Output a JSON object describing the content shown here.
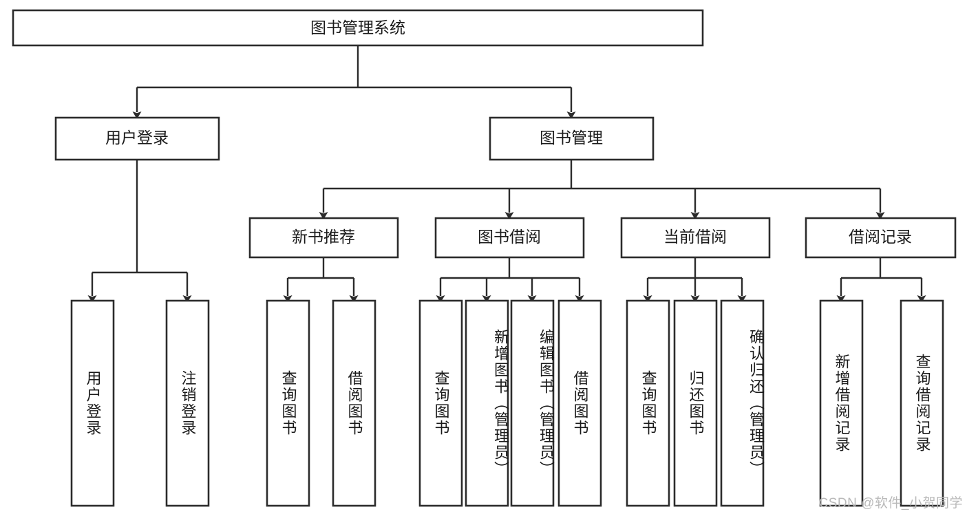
{
  "diagram": {
    "type": "tree-hierarchy",
    "title": "图书管理系统",
    "watermark": "CSDN @软件_小贺同学",
    "colors": {
      "stroke": "#2b2b2b",
      "fill": "#ffffff",
      "text": "#1a1a1a",
      "watermark": "#b9b9b9",
      "background": "#ffffff"
    },
    "levels": {
      "level1": {
        "label": "图书管理系统",
        "orientation": "horizontal"
      },
      "level2": [
        {
          "label": "用户登录",
          "orientation": "horizontal"
        },
        {
          "label": "图书管理",
          "orientation": "horizontal"
        }
      ],
      "level3": [
        {
          "label": "新书推荐",
          "orientation": "horizontal",
          "parent": "图书管理"
        },
        {
          "label": "图书借阅",
          "orientation": "horizontal",
          "parent": "图书管理"
        },
        {
          "label": "当前借阅",
          "orientation": "horizontal",
          "parent": "图书管理"
        },
        {
          "label": "借阅记录",
          "orientation": "horizontal",
          "parent": "图书管理"
        }
      ],
      "leaves": [
        {
          "label": "用户登录",
          "orientation": "vertical",
          "parent": "用户登录"
        },
        {
          "label": "注销登录",
          "orientation": "vertical",
          "parent": "用户登录"
        },
        {
          "label": "查询图书",
          "orientation": "vertical",
          "parent": "新书推荐"
        },
        {
          "label": "借阅图书",
          "orientation": "vertical",
          "parent": "新书推荐"
        },
        {
          "label": "查询图书",
          "orientation": "vertical",
          "parent": "图书借阅"
        },
        {
          "label": "新增图书（管理员）",
          "orientation": "vertical",
          "parent": "图书借阅"
        },
        {
          "label": "编辑图书（管理员）",
          "orientation": "vertical",
          "parent": "图书借阅"
        },
        {
          "label": "借阅图书",
          "orientation": "vertical",
          "parent": "图书借阅"
        },
        {
          "label": "查询图书",
          "orientation": "vertical",
          "parent": "当前借阅"
        },
        {
          "label": "归还图书",
          "orientation": "vertical",
          "parent": "当前借阅"
        },
        {
          "label": "确认归还（管理员）",
          "orientation": "vertical",
          "parent": "当前借阅"
        },
        {
          "label": "新增借阅记录",
          "orientation": "vertical",
          "parent": "借阅记录"
        },
        {
          "label": "查询借阅记录",
          "orientation": "vertical",
          "parent": "借阅记录"
        }
      ]
    }
  }
}
